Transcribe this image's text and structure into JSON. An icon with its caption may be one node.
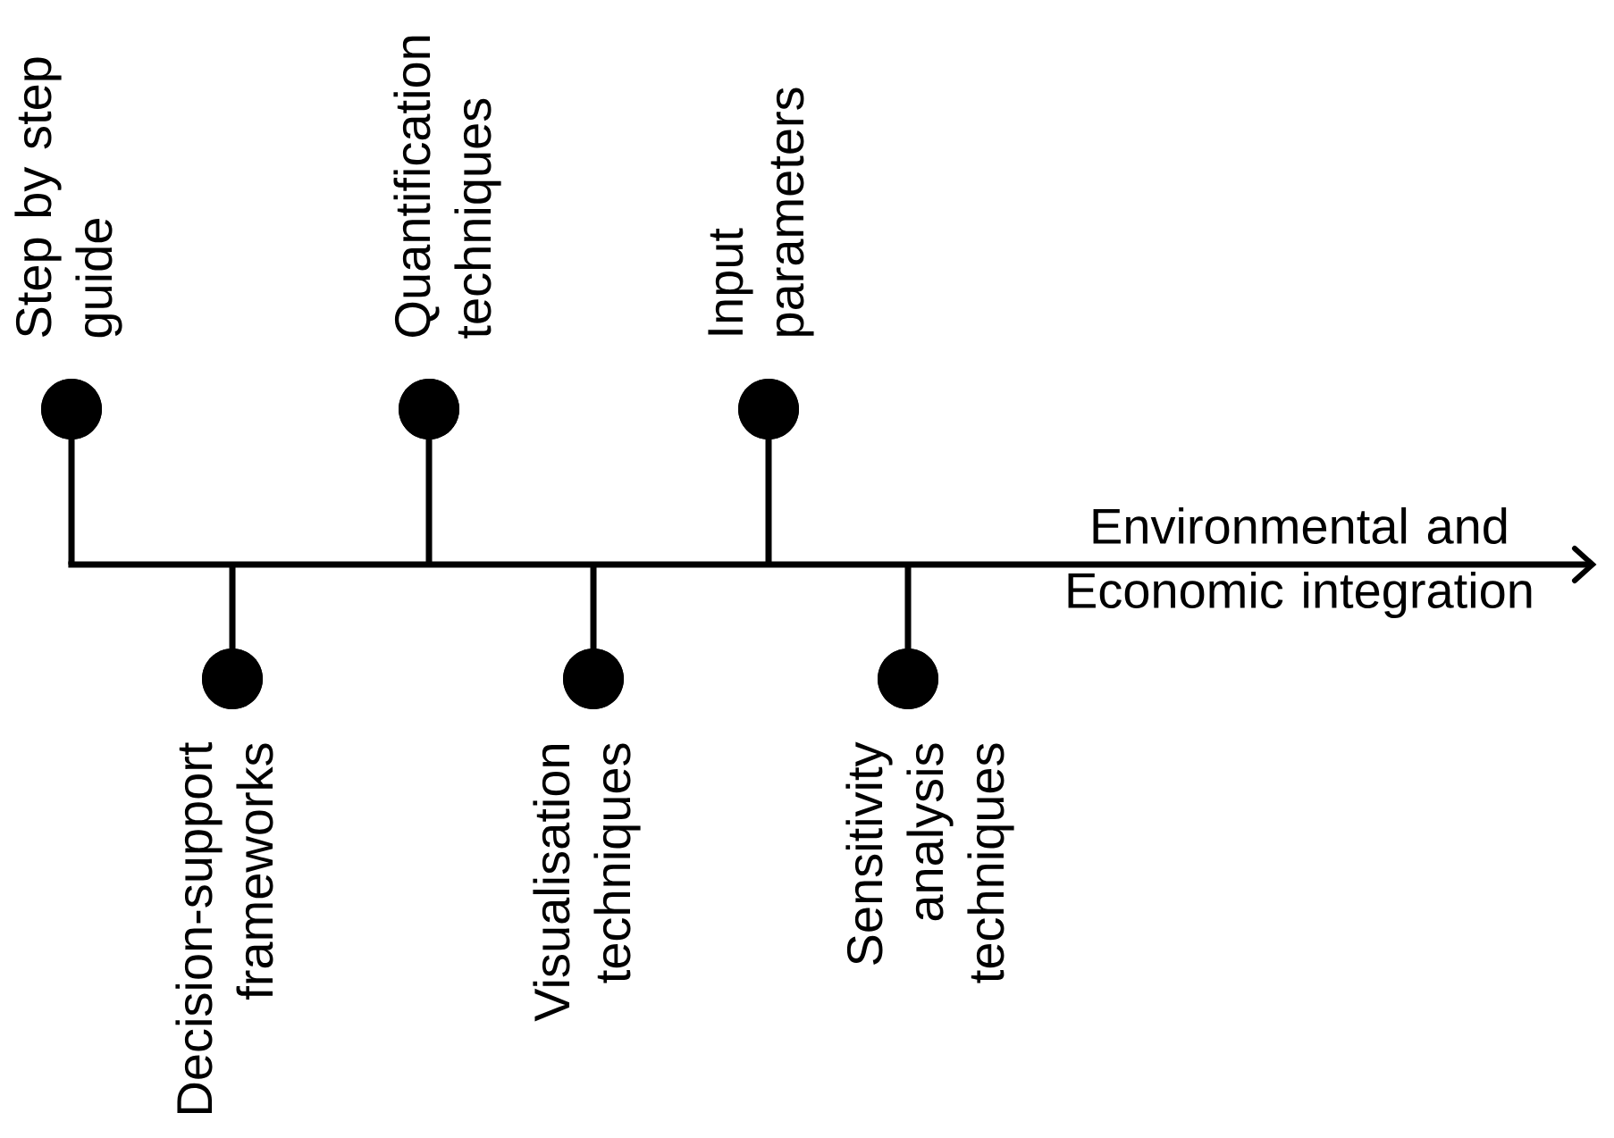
{
  "diagram": {
    "nodes": [
      {
        "text": [],
        "shape": "bar"
      },
      {
        "text": [],
        "shape": "circle",
        "beside": [
          "Step by step guide"
        ]
      },
      {
        "text": [],
        "shape": "circle",
        "beside": [
          "Decision-support frameworks"
        ]
      },
      {
        "text": [],
        "shape": "circle",
        "beside": [
          "Quantification techniques"
        ]
      },
      {
        "text": [],
        "shape": "circle",
        "beside": [
          "Visualisation techniques"
        ]
      },
      {
        "text": [],
        "shape": "circle",
        "beside": [
          "Input parameters"
        ]
      },
      {
        "text": [],
        "shape": "circle",
        "beside": [
          "Sensitivity analysis techniques"
        ]
      }
    ],
    "edges": [
      {
        "from": 0,
        "to": 1,
        "arrow": "none"
      },
      {
        "from": 0,
        "to": 2,
        "arrow": "none"
      },
      {
        "from": 0,
        "to": 3,
        "arrow": "none"
      },
      {
        "from": 0,
        "to": 4,
        "arrow": "none"
      },
      {
        "from": 0,
        "to": 5,
        "arrow": "none"
      },
      {
        "from": 0,
        "to": 6,
        "arrow": "none"
      }
    ],
    "labels": [
      "Environmental and Economic integration"
    ]
  }
}
